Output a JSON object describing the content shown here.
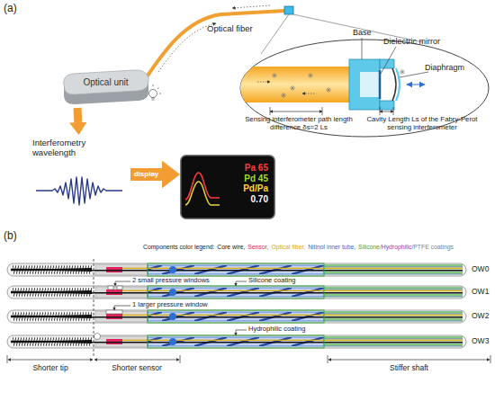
{
  "diagram": {
    "nodes": [
      {
        "text": [
          "Optical unit"
        ]
      },
      {
        "text": [
          "Interferometry wavelength"
        ]
      },
      {
        "text": [
          "Pa 65",
          "Pd 45",
          "Pd/Pa",
          "0.70"
        ]
      }
    ],
    "edges": [
      {
        "from": 0,
        "to": 1,
        "arrow": "to"
      },
      {
        "from": 1,
        "to": 2,
        "label": "display",
        "arrow": "to"
      }
    ],
    "labels": [
      "(a)",
      "Optical fiber",
      "Base",
      "Dielectric mirror",
      "Diaphragm",
      "Sensing interferometer path length difference δs=2 Ls",
      "Cavity Length Ls of the Fabry-Perot sensing interferometer",
      "(b)",
      "Components color legend:",
      "OW0",
      "OW1",
      "OW2",
      "OW3",
      "2 small pressure windows",
      "Silicone coating",
      "1 larger pressure window",
      "Hydrophilic coating",
      "Shorter tip",
      "Shorter sensor",
      "Stiffer shaft"
    ],
    "legend": [
      {
        "text": "Core wire,",
        "color": "#111111"
      },
      {
        "text": "Sensor,",
        "color": "#e0245e"
      },
      {
        "text": "Optical fiber,",
        "color": "#e0a800"
      },
      {
        "text": "Nitinol inner tube,",
        "color": "#2f6fd0"
      },
      {
        "text": "Silicone/",
        "color": "#3aa83a"
      },
      {
        "text": "Hydrophilic/",
        "color": "#8a3fb0"
      },
      {
        "text": "PTFE coatings",
        "color": "#5f87a8"
      }
    ]
  }
}
